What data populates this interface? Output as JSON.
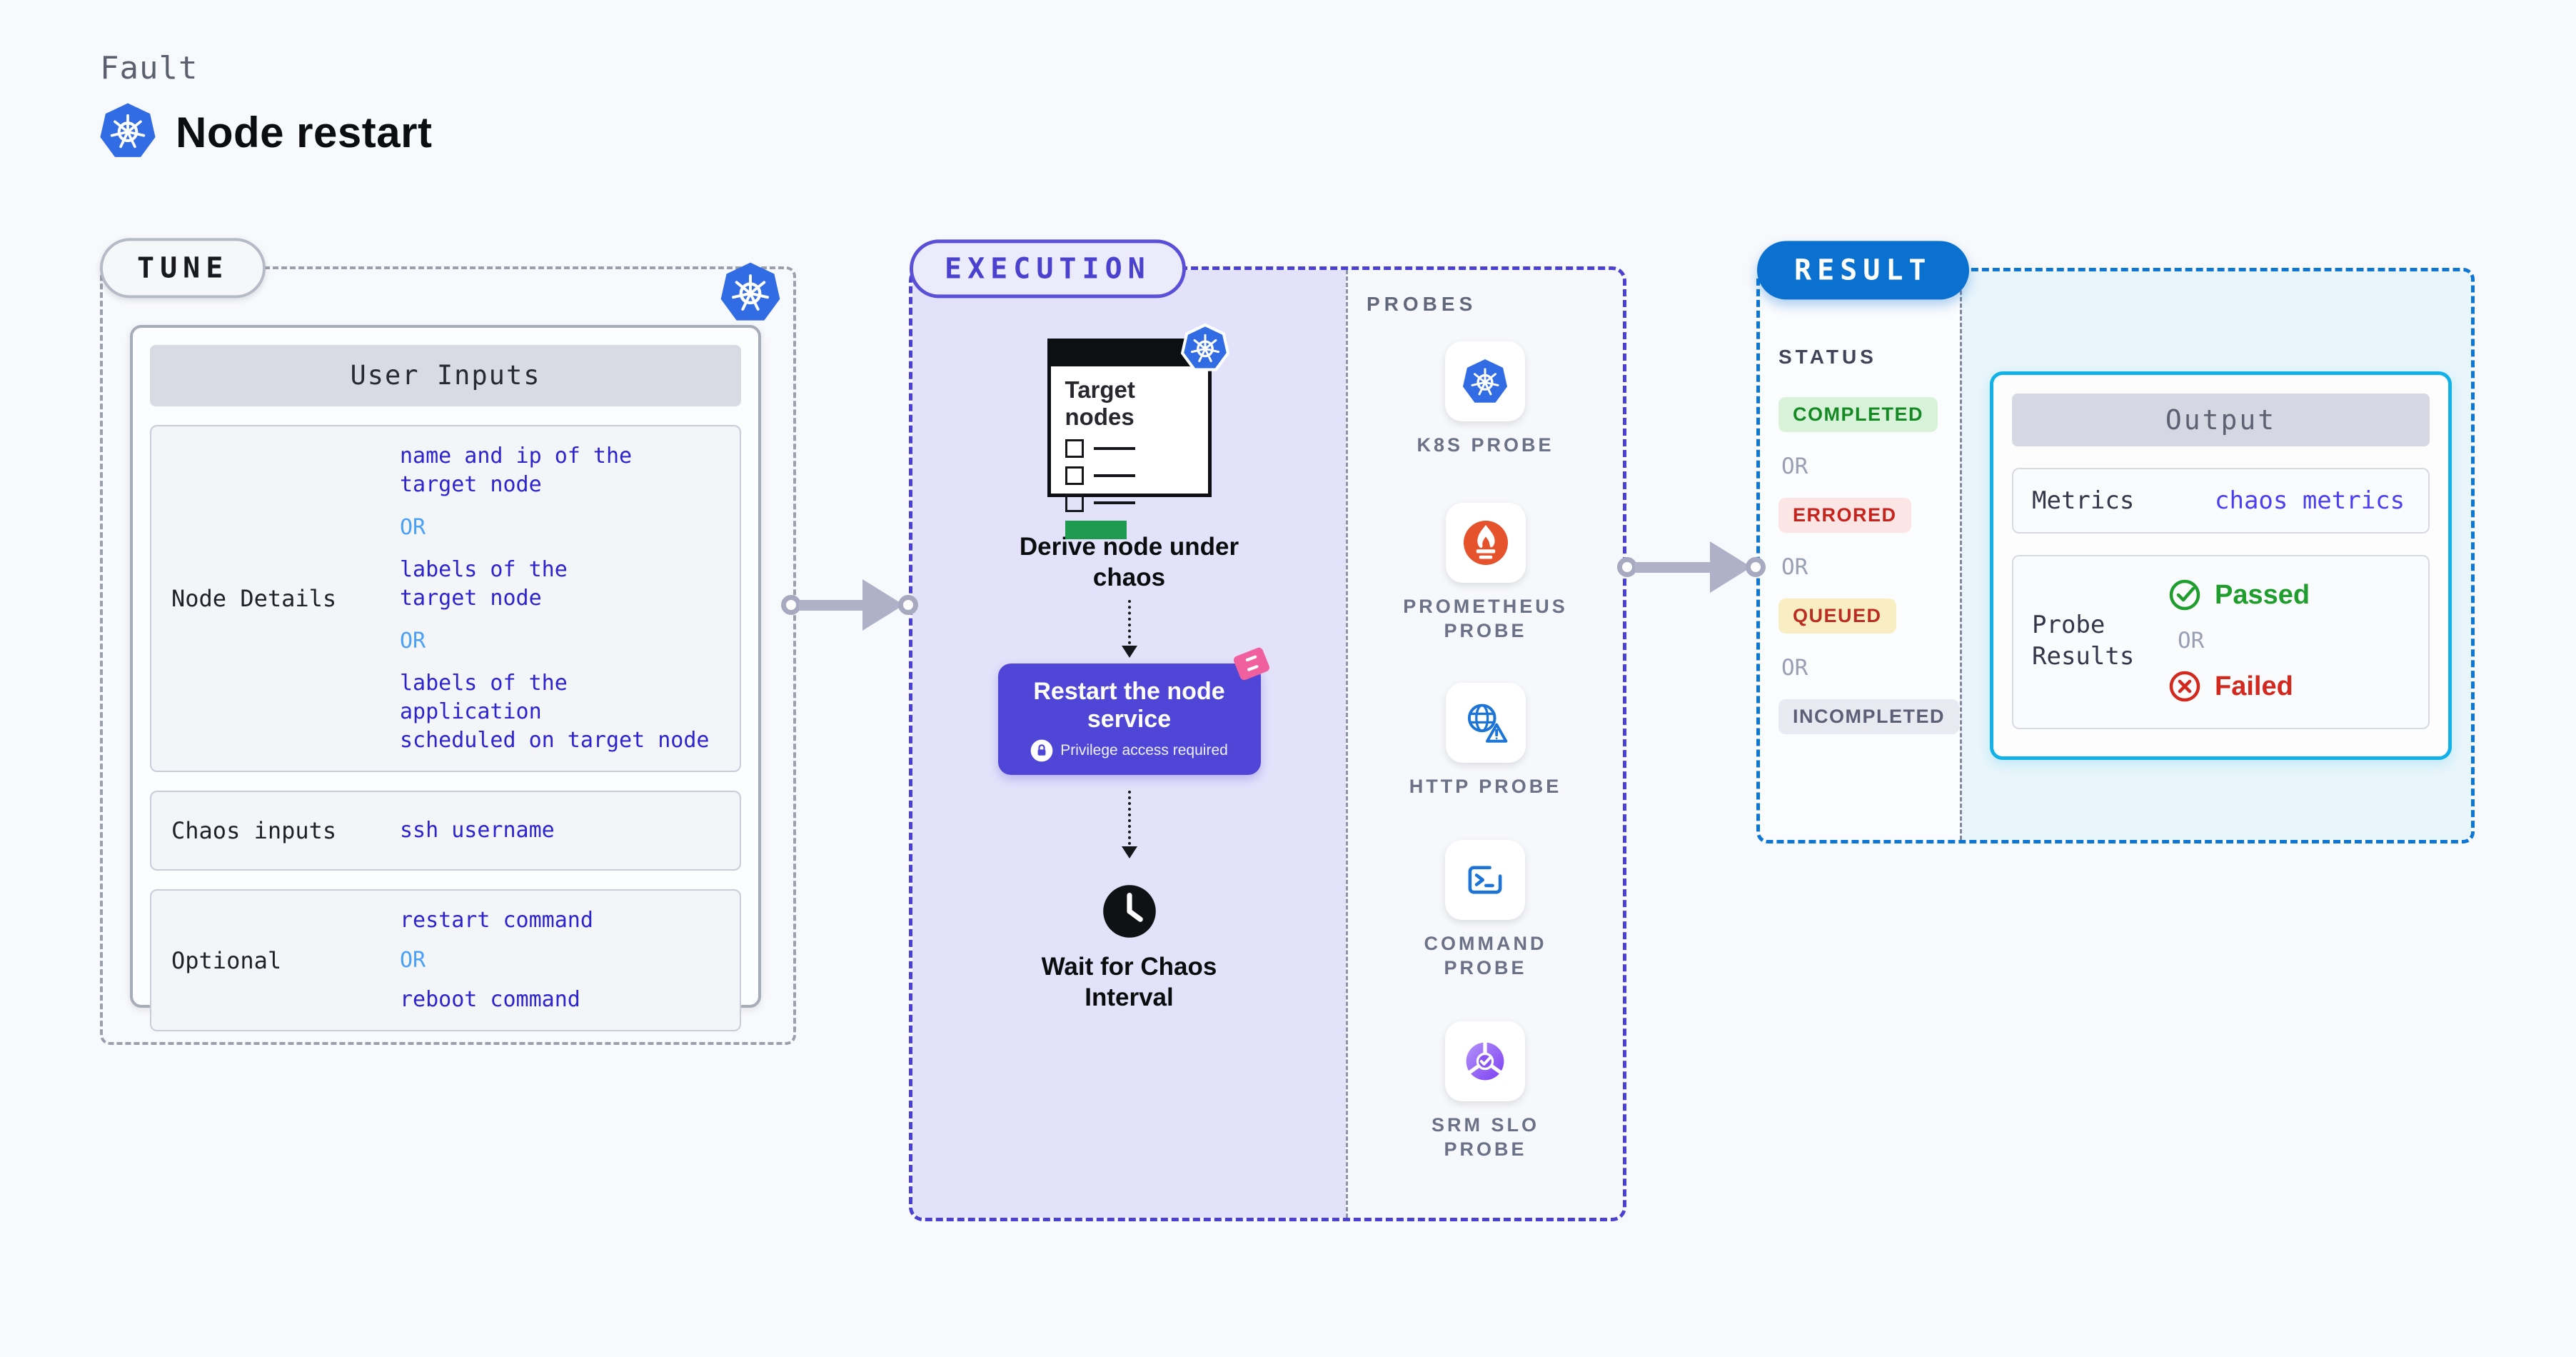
{
  "header": {
    "eyebrow": "Fault",
    "title": "Node restart"
  },
  "labels": {
    "or": "OR"
  },
  "tune": {
    "tag": "TUNE",
    "table": {
      "title": "User Inputs",
      "rows": [
        {
          "label": "Node Details",
          "values": [
            "name and ip of the\ntarget node",
            "labels of the\ntarget node",
            "labels of the application\nscheduled on target node"
          ]
        },
        {
          "label": "Chaos inputs",
          "values": [
            "ssh username"
          ]
        },
        {
          "label": "Optional",
          "values": [
            "restart command",
            "reboot command"
          ]
        }
      ]
    }
  },
  "execution": {
    "tag": "EXECUTION",
    "card_title": "Target\nnodes",
    "step1_caption": "Derive node under\nchaos",
    "action_title": "Restart the node\nservice",
    "action_note": "Privilege access required",
    "step2_caption": "Wait for Chaos\nInterval"
  },
  "probes": {
    "heading": "PROBES",
    "items": [
      {
        "icon": "kubernetes-icon",
        "label": "K8S PROBE"
      },
      {
        "icon": "prometheus-icon",
        "label": "PROMETHEUS\nPROBE"
      },
      {
        "icon": "globe-warning-icon",
        "label": "HTTP PROBE"
      },
      {
        "icon": "terminal-icon",
        "label": "COMMAND\nPROBE"
      },
      {
        "icon": "srm-slo-icon",
        "label": "SRM SLO\nPROBE"
      }
    ]
  },
  "result": {
    "tag": "RESULT",
    "status_heading": "STATUS",
    "statuses": [
      {
        "label": "COMPLETED",
        "style": "background:#d9f3da;color:#158a24"
      },
      {
        "label": "ERRORED",
        "style": "background:#fce5e5;color:#c6231d"
      },
      {
        "label": "QUEUED",
        "style": "background:#f9eec3;color:#bb2d22"
      },
      {
        "label": "INCOMPLETED",
        "style": "background:#e8e9f1;color:#5b6076"
      }
    ],
    "output": {
      "title": "Output",
      "metrics_label": "Metrics",
      "metrics_value": "chaos metrics",
      "probe_results_label": "Probe Results",
      "passed_label": "Passed",
      "failed_label": "Failed"
    }
  },
  "colors": {
    "kubernetes_blue": "#326ce5",
    "execution_accent": "#4a40d2",
    "execution_fill": "#e4e2fa",
    "action_button": "#4f46d8",
    "chaos_flag_pink": "#f0609e",
    "result_accent": "#0e76d4",
    "output_border": "#12b1e8",
    "value_blue": "#2d23cf",
    "or_light_blue": "#4aa0f5",
    "passed_green": "#1f9e2e",
    "failed_red": "#d2281e",
    "prometheus_orange": "#e6522c",
    "srm_purple": "#7e3ff2",
    "target_green": "#1e9b4f"
  }
}
